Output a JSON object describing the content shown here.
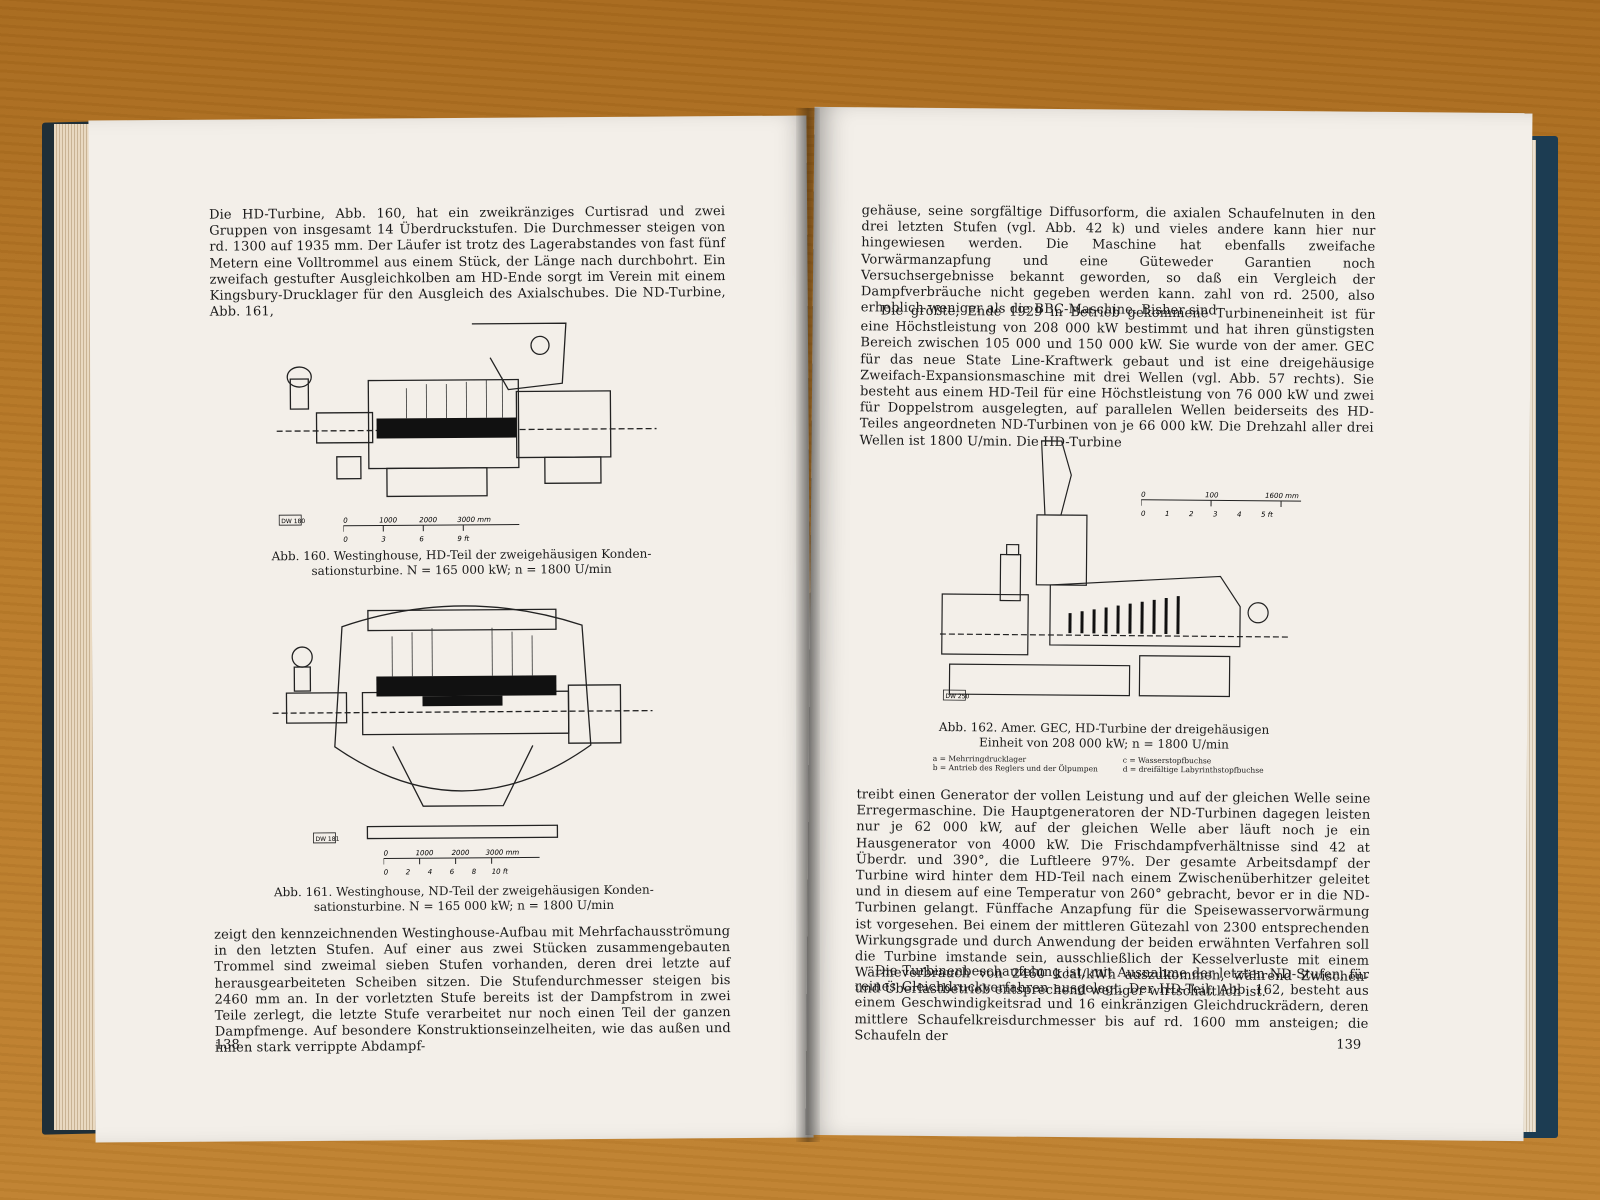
{
  "left_page": {
    "paragraph_top": "Die HD-Turbine, Abb. 160, hat ein zweikränziges Curtisrad und zwei Gruppen von insgesamt 14 Überdruckstufen. Die Durchmesser steigen von rd. 1300 auf 1935 mm. Der Läufer ist trotz des Lagerabstandes von fast fünf Metern eine Volltrommel aus einem Stück, der Länge nach durchbohrt. Ein zweifach gestufter Ausgleichkolben am HD-Ende sorgt im Verein mit einem Kingsbury-Drucklager für den Ausgleich des Axialschubes. Die ND-Turbine, Abb. 161,",
    "figure_160": {
      "stamp": "DW 180",
      "scale_m": [
        "0",
        "1000",
        "2000",
        "3000 mm"
      ],
      "scale_ft": [
        "0",
        "3",
        "6",
        "9 ft"
      ],
      "caption_line1": "Abb. 160. Westinghouse, HD-Teil der zweigehäusigen Konden-",
      "caption_line2": "sationsturbine. N = 165 000 kW; n = 1800 U/min"
    },
    "figure_161": {
      "stamp": "DW 181",
      "scale_m": [
        "0",
        "1000",
        "2000",
        "3000 mm"
      ],
      "scale_ft": [
        "0",
        "2",
        "4",
        "6",
        "8",
        "10 ft"
      ],
      "caption_line1": "Abb. 161. Westinghouse, ND-Teil der zweigehäusigen Konden-",
      "caption_line2": "sationsturbine. N = 165 000 kW; n = 1800 U/min"
    },
    "paragraph_bottom": "zeigt den kennzeichnenden Westinghouse-Aufbau mit Mehrfachausströmung in den letzten Stufen. Auf einer aus zwei Stücken zusammengebauten Trommel sind zweimal sieben Stufen vorhanden, deren drei letzte auf herausgearbeiteten Scheiben sitzen. Die Stufendurchmesser steigen bis 2460 mm an. In der vorletzten Stufe bereits ist der Dampfstrom in zwei Teile zerlegt, die letzte Stufe verarbeitet nur noch einen Teil der ganzen Dampfmenge. Auf besondere Konstruktionseinzelheiten, wie das außen und innen stark verrippte Abdampf-",
    "page_number": "138"
  },
  "right_page": {
    "paragraph_top": "gehäuse, seine sorgfältige Diffusorform, die axialen Schaufelnuten in den drei letzten Stufen (vgl. Abb. 42 k) und vieles andere kann hier nur hingewiesen werden. Die Maschine hat ebenfalls zweifache Vorwärmanzapfung und eine Güteweder Garantien noch Versuchsergebnisse bekannt geworden, so daß ein Vergleich der Dampfverbräuche nicht gegeben werden kann.",
    "paragraph_top_b": "zahl von rd. 2500, also erheblich weniger als die BBC-Maschine. Bisher sind",
    "paragraph_second": "Die größte, Ende 1929 in Betrieb gekommene Turbineneinheit ist für eine Höchstleistung von 208 000 kW bestimmt und hat ihren günstigsten Bereich zwischen 105 000 und 150 000 kW. Sie wurde von der amer. GEC für das neue State Line-Kraftwerk gebaut und ist eine dreigehäusige Zweifach-Expansionsmaschine mit drei Wellen (vgl. Abb. 57 rechts). Sie besteht aus einem HD-Teil für eine Höchstleistung von 76 000 kW und zwei für Doppelstrom ausgelegten, auf parallelen Wellen beiderseits des HD-Teiles angeordneten ND-Turbinen von je 66 000 kW. Die Drehzahl aller drei Wellen ist 1800 U/min. Die HD-Turbine",
    "figure_162": {
      "stamp": "DW 250",
      "scale_m": [
        "0",
        "100",
        "1600 mm"
      ],
      "scale_ft": [
        "0",
        "1",
        "2",
        "3",
        "4",
        "5 ft"
      ],
      "caption_line1": "Abb. 162. Amer. GEC, HD-Turbine der dreigehäusigen",
      "caption_line2": "Einheit von 208 000 kW; n = 1800 U/min",
      "legend": [
        "a = Mehrringdrucklager",
        "c = Wasserstopfbuchse",
        "b = Antrieb des Reglers und der Ölpumpen",
        "d = dreifältige Labyrinthstopfbuchse"
      ]
    },
    "paragraph_third": "treibt einen Generator der vollen Leistung und auf der gleichen Welle seine Erregermaschine. Die Hauptgeneratoren der ND-Turbinen dagegen leisten nur je 62 000 kW, auf der gleichen Welle aber läuft noch je ein Hausgenerator von 4000 kW. Die Frischdampfverhältnisse sind 42 at Überdr. und 390°, die Luftleere 97%. Der gesamte Arbeitsdampf der Turbine wird hinter dem HD-Teil nach einem Zwischenüberhitzer geleitet und in diesem auf eine Temperatur von 260° gebracht, bevor er in die ND-Turbinen gelangt. Fünffache Anzapfung für die Speisewasservorwärmung ist vorgesehen. Bei einem der mittleren Gütezahl von 2300 entsprechenden Wirkungsgrade und durch Anwendung der beiden erwähnten Verfahren soll die Turbine imstande sein, ausschließlich der Kesselverluste mit einem Wärmeverbrauch von 2460 kcal/kWh auszukommen, während Zwischen- und Überlastbetrieb entsprechend weniger wirtschaftlich ist.",
    "paragraph_fourth": "Die Turbinenbeschaufelung ist, mit Ausnahme der letzten ND-Stufen, für reines Gleichdruckverfahren ausgelegt. Der HD-Teil, Abb. 162, besteht aus einem Geschwindigkeitsrad und 16 einkränzigen Gleichdruckrädern, deren mittlere Schaufelkreisdurchmesser bis auf rd. 1600 mm ansteigen; die Schaufeln der",
    "page_number": "139"
  }
}
